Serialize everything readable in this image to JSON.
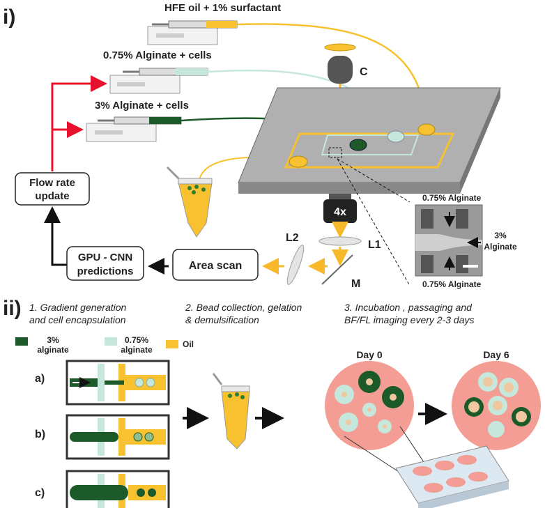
{
  "panels": {
    "i": "i)",
    "ii": "ii)"
  },
  "syringes": {
    "oil": "HFE oil + 1% surfactant",
    "low": "0.75% Alginate + cells",
    "high": "3% Alginate + cells"
  },
  "optics": {
    "condenser": "C",
    "objective": "4x",
    "l1": "L1",
    "l2": "L2",
    "mirror": "M"
  },
  "boxes": {
    "area_scan": "Area scan",
    "gpu_line1": "GPU - CNN",
    "gpu_line2": "predictions",
    "flow_line1": "Flow rate",
    "flow_line2": "update"
  },
  "micrograph": {
    "top": "0.75% Alginate",
    "bottom": "0.75% Alginate",
    "right_line1": "3%",
    "right_line2": "Alginate"
  },
  "steps": {
    "s1_line1": "1. Gradient generation",
    "s1_line2": "and cell encapsulation",
    "s2_line1": "2. Bead collection, gelation",
    "s2_line2": "& demulsification",
    "s3_line1": "3. Incubation , passaging and",
    "s3_line2": "BF/FL imaging every 2-3 days"
  },
  "legend": {
    "high_line1": "3%",
    "high_line2": "alginate",
    "low_line1": "0.75%",
    "low_line2": "alginate",
    "oil": "Oil"
  },
  "rows": [
    "a)",
    "b)",
    "c)"
  ],
  "days": {
    "d0": "Day 0",
    "d6": "Day 6"
  },
  "colors": {
    "oil": "#f7c12f",
    "alginate_high": "#1d5a2a",
    "alginate_low": "#c6e7dc",
    "feedback": "#e8112d",
    "well": "#f39d94"
  }
}
